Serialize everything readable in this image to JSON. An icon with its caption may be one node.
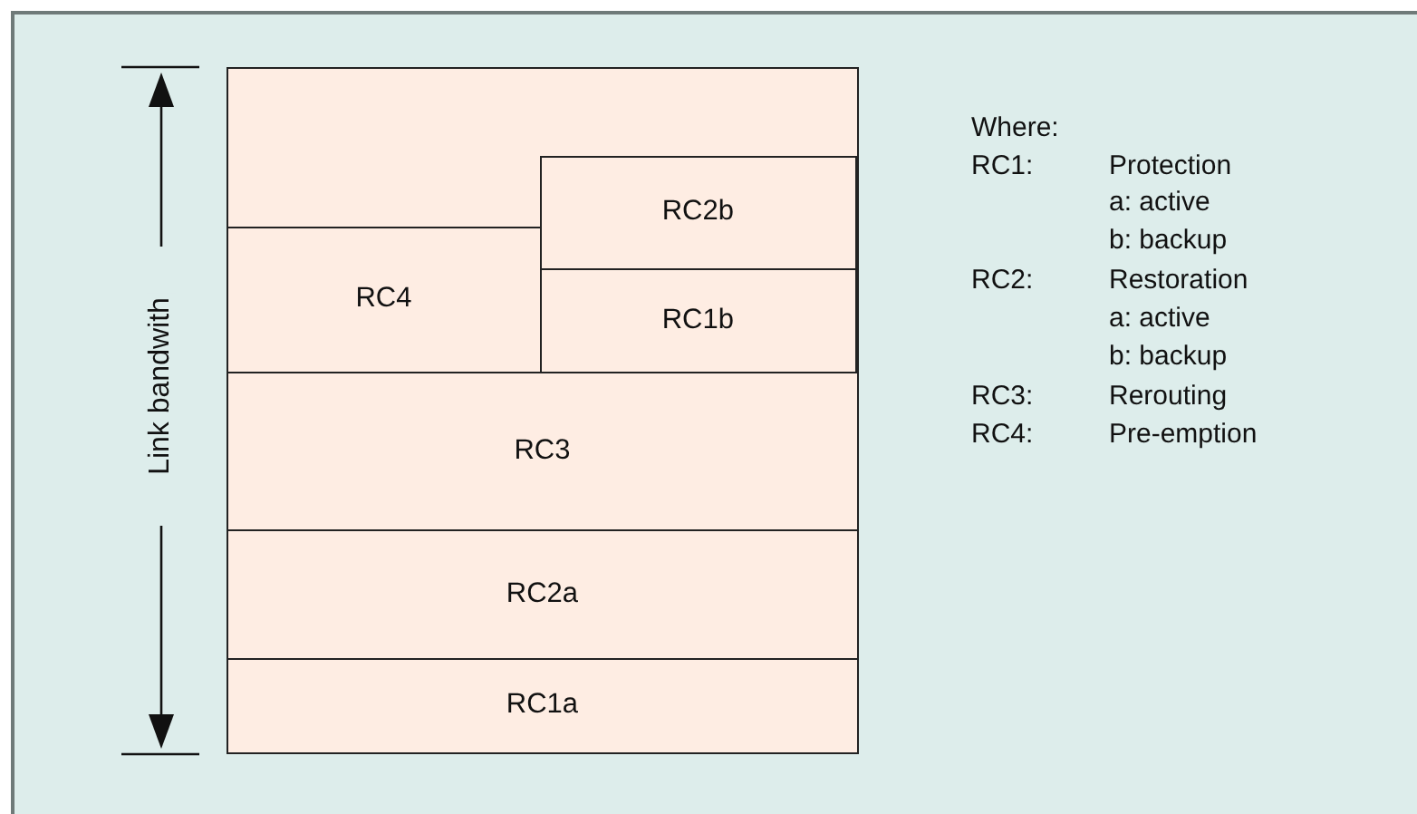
{
  "diagram": {
    "nodes": [
      {
        "text": [],
        "shape": "box"
      },
      {
        "text": [
          "RC2b"
        ],
        "in": 0
      },
      {
        "text": [
          "RC4"
        ],
        "in": 0
      },
      {
        "text": [
          "RC1b"
        ],
        "in": 0
      },
      {
        "text": [
          "RC3"
        ],
        "in": 0
      },
      {
        "text": [
          "RC2a"
        ],
        "in": 0
      },
      {
        "text": [
          "RC1a"
        ],
        "in": 0
      }
    ],
    "edges": [],
    "labels": [
      "Link bandwith",
      "Where:",
      "RC1:",
      "Protection",
      "a: active",
      "b: backup",
      "RC2:",
      "Restoration",
      "a: active",
      "b: backup",
      "RC3:",
      "Rerouting",
      "RC4:",
      "Pre-emption"
    ]
  }
}
